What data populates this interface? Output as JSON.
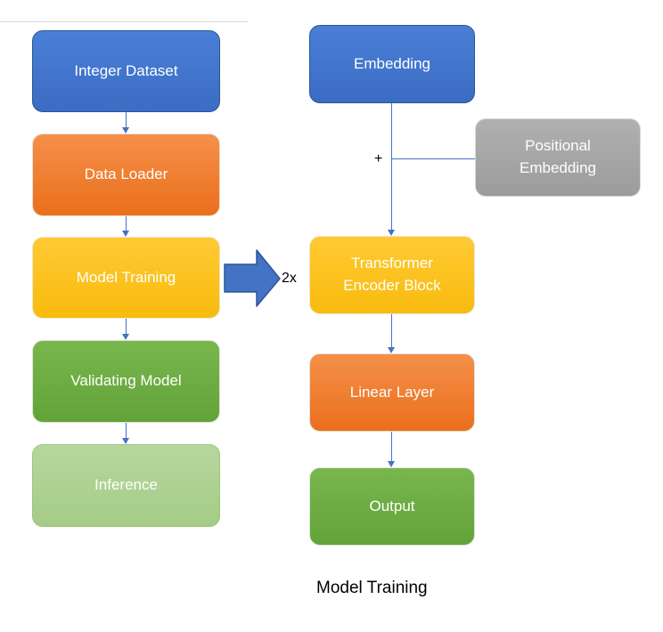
{
  "left_flow": {
    "steps": [
      {
        "label": "Integer Dataset"
      },
      {
        "label": "Data Loader"
      },
      {
        "label": "Model Training"
      },
      {
        "label": "Validating Model"
      },
      {
        "label": "Inference"
      }
    ]
  },
  "right_flow": {
    "embedding": "Embedding",
    "positional_embedding": [
      "Positional",
      "Embedding"
    ],
    "plus_sign": "+",
    "transformer": [
      "Transformer",
      "Encoder Block"
    ],
    "linear_layer": "Linear Layer",
    "output": "Output"
  },
  "repeat_label": "2x",
  "caption": "Model Training",
  "colors": {
    "blue": "#4472c4",
    "orange": "#ed7d31",
    "yellow": "#ffc000",
    "green": "#70ad47",
    "light_green": "#a9d18e",
    "gray": "#a5a5a5",
    "connector": "#4472c4"
  }
}
